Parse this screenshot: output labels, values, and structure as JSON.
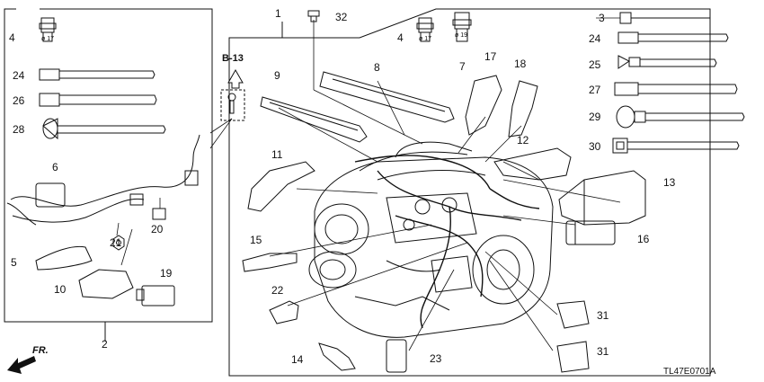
{
  "diagram": {
    "code": "TL47E0701A",
    "reference": "B-13",
    "front_mark": "FR.",
    "part_numbers": [
      "1",
      "2",
      "3",
      "4",
      "5",
      "6",
      "7",
      "8",
      "9",
      "10",
      "11",
      "12",
      "13",
      "14",
      "15",
      "16",
      "17",
      "18",
      "19",
      "20",
      "21",
      "22",
      "23",
      "24",
      "25",
      "26",
      "27",
      "28",
      "29",
      "30",
      "31",
      "32"
    ],
    "clip_sizes": [
      "ø 17",
      "ø 17",
      "ø 19"
    ]
  },
  "colors": {
    "line": "#111111",
    "background": "#ffffff"
  }
}
